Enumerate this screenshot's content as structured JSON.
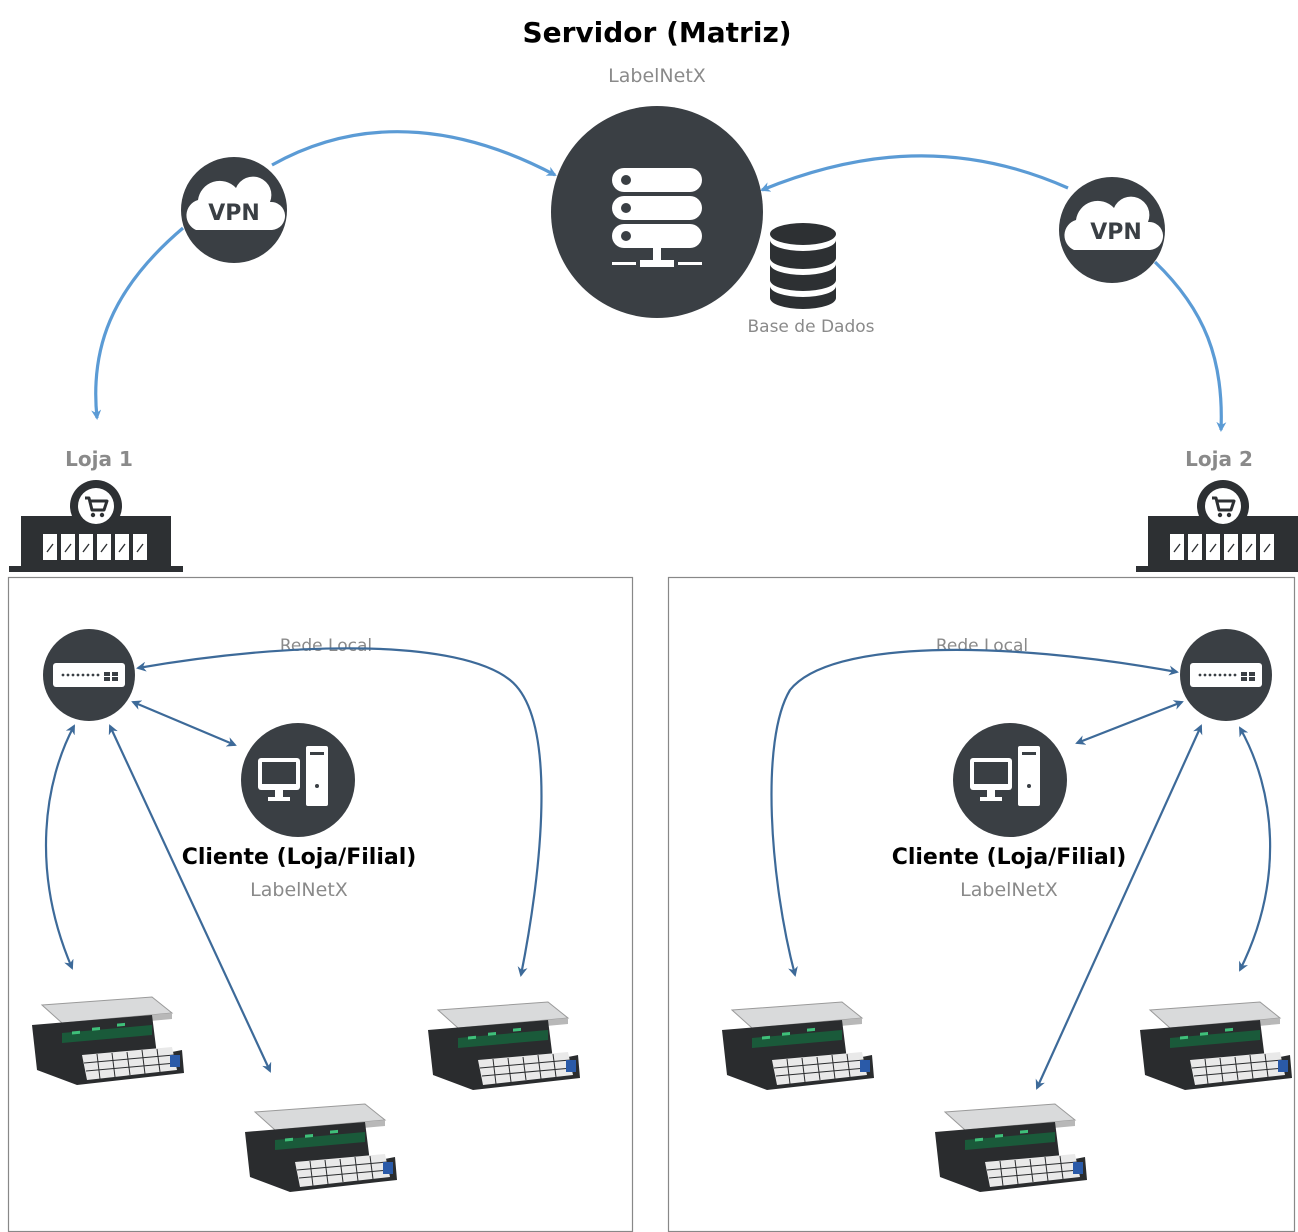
{
  "server": {
    "title": "Servidor (Matriz)",
    "subtitle": "LabelNetX",
    "database_label": "Base de Dados"
  },
  "vpn": {
    "left_label": "VPN",
    "right_label": "VPN"
  },
  "stores": [
    {
      "name": "Loja 1",
      "network_label": "Rede Local",
      "client_title": "Cliente (Loja/Filial)",
      "client_subtitle": "LabelNetX"
    },
    {
      "name": "Loja 2",
      "network_label": "Rede Local",
      "client_title": "Cliente (Loja/Filial)",
      "client_subtitle": "LabelNetX"
    }
  ],
  "colors": {
    "dark_node": "#3a3f44",
    "vpn_link": "#5b9bd5",
    "lan_link": "#3d6a99",
    "text_gray": "#8a8a8a",
    "title_black": "#000000"
  },
  "icons": [
    "server-icon",
    "database-icon",
    "vpn-cloud-icon",
    "store-cart-icon",
    "network-switch-icon",
    "computer-icon",
    "scale-icon"
  ]
}
